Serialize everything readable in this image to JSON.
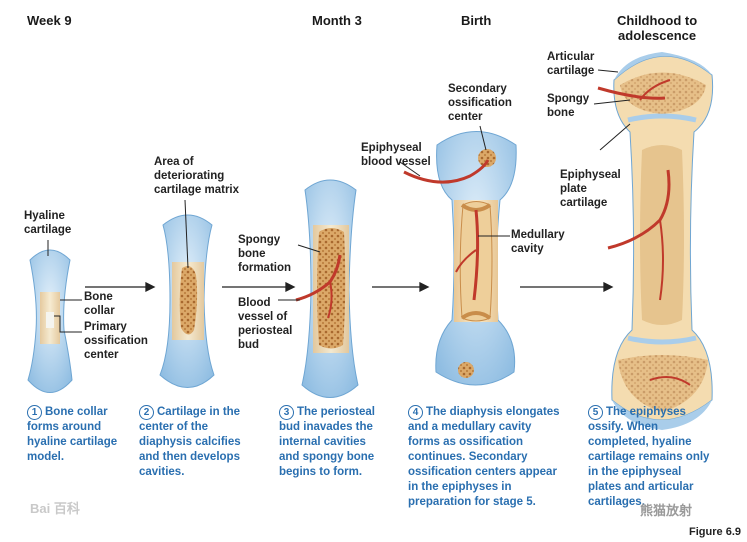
{
  "headers": {
    "week9": "Week 9",
    "month3": "Month 3",
    "birth": "Birth",
    "childhood": [
      "Childhood to",
      "adolescence"
    ]
  },
  "labels": {
    "hyaline_cartilage": [
      "Hyaline",
      "cartilage"
    ],
    "bone_collar": [
      "Bone",
      "collar"
    ],
    "primary_ossification": [
      "Primary",
      "ossification",
      "center"
    ],
    "deteriorating": [
      "Area of",
      "deteriorating",
      "cartilage matrix"
    ],
    "spongy_formation": [
      "Spongy",
      "bone",
      "formation"
    ],
    "blood_vessel_periosteal": [
      "Blood",
      "vessel of",
      "periosteal",
      "bud"
    ],
    "epiphyseal_blood_vessel": [
      "Epiphyseal",
      "blood vessel"
    ],
    "secondary_ossification": [
      "Secondary",
      "ossification",
      "center"
    ],
    "medullary_cavity": [
      "Medullary",
      "cavity"
    ],
    "articular_cartilage": [
      "Articular",
      "cartilage"
    ],
    "spongy_bone": [
      "Spongy",
      "bone"
    ],
    "epiphyseal_plate": [
      "Epiphyseal",
      "plate",
      "cartilage"
    ]
  },
  "captions": [
    {
      "num": "1",
      "lines": [
        "Bone collar",
        "forms around",
        "hyaline cartilage",
        "model."
      ]
    },
    {
      "num": "2",
      "lines": [
        "Cartilage in the",
        "center of the",
        "diaphysis calcifies",
        "and then develops",
        "cavities."
      ]
    },
    {
      "num": "3",
      "lines": [
        "The periosteal",
        "bud inavades the",
        "internal cavities",
        "and spongy bone",
        "begins to form."
      ]
    },
    {
      "num": "4",
      "lines": [
        "The diaphysis elongates",
        "and a medullary cavity",
        "forms as ossification",
        "continues. Secondary",
        "ossification centers appear",
        "in the epiphyses in",
        "preparation for stage 5."
      ]
    },
    {
      "num": "5",
      "lines": [
        "The epiphyses",
        "ossify. When",
        "completed, hyaline",
        "cartilage remains only",
        "in the epiphyseal",
        "plates and articular",
        "cartilages."
      ]
    }
  ],
  "figure_label": "Figure 6.9",
  "watermark_left": "Bai 百科",
  "watermark_right": "熊猫放射",
  "colors": {
    "cartilage": "#a9cdea",
    "cartilage_light": "#d6e8f6",
    "bone": "#f4dcb0",
    "spongy": "#c98d4a",
    "vessel": "#c0392b",
    "caption": "#2a6fb0"
  }
}
